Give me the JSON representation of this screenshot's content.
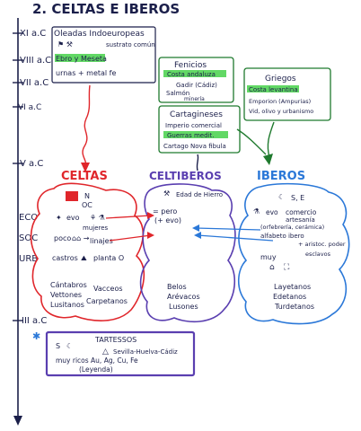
{
  "title": "2. CELTAS E IBEROS",
  "colors": {
    "ink": "#1b1f4a",
    "red": "#e0262b",
    "purple": "#5a3fb0",
    "blue": "#2b78d8",
    "green": "#1f7a2e",
    "highlight": "#46d14a"
  },
  "timeline": {
    "ticks": [
      "XI a.C",
      "VIII a.C",
      "VII a.C",
      "VI a.C",
      "V a.C",
      "III a.C"
    ],
    "rows": [
      "ECO",
      "SOC",
      "URB"
    ]
  },
  "top": {
    "indo": {
      "heading": "Oleadas Indoeuropeas",
      "line1": "sustrato común",
      "line2": "Ebro y Meseta",
      "line3": "urnas + metal fe"
    },
    "fenicios": {
      "heading": "Fenicios",
      "line1": "Costa andaluza",
      "line2": "Gadir (Cádiz)",
      "line3": "Salmón",
      "line4": "minería"
    },
    "cartagineses": {
      "heading": "Cartagineses",
      "line1": "Imperio comercial",
      "line2": "Guerras medit.",
      "line3": "Cartago Nova fibula"
    },
    "griegos": {
      "heading": "Griegos",
      "line1": "Costa levantina",
      "line2": "Emporion (Ampurias)",
      "line3": "Vid, olivo y urbanismo"
    }
  },
  "celtas": {
    "heading": "CELTAS",
    "n_label": "N",
    "oc_label": "OC",
    "eco": "evo",
    "soc1": "mujeres",
    "soc2": "poco",
    "soc3": "linajes",
    "urb1": "castros",
    "urb2": "planta O",
    "peoples": [
      "Cántabros",
      "Vacceos",
      "Vettones",
      "Carpetanos",
      "Lusitanos"
    ]
  },
  "celtiberos": {
    "heading": "CELTIBEROS",
    "line1": "Edad de Hierro",
    "line2": "= pero",
    "line3": "(+ evo)",
    "peoples": [
      "Belos",
      "Arévacos",
      "Lusones"
    ]
  },
  "iberos": {
    "heading": "IBEROS",
    "dir": "S, E",
    "eco1": "evo",
    "eco2": "comercio",
    "eco3": "artesanía",
    "eco4": "(orfebrería, cerámica)",
    "eco5": "alfabeto ibero",
    "soc1": "+ aristoc. poder",
    "soc2": "esclavos",
    "soc3": "muy",
    "peoples": [
      "Layetanos",
      "Edetanos",
      "Turdetanos"
    ]
  },
  "tartessos": {
    "heading": "TARTESSOS",
    "sw": "S",
    "river": "Sevilla-Huelva-Cádiz",
    "line2": "muy ricos Au, Ag, Cu, Fe",
    "line3": "(Leyenda)"
  }
}
